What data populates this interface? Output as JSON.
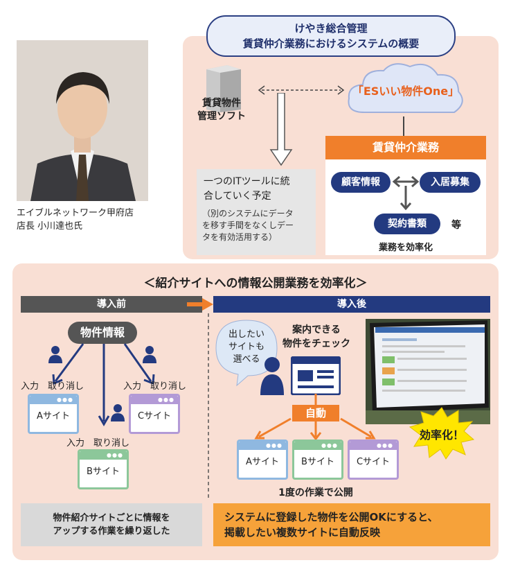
{
  "portrait": {
    "caption_line1": "エイブルネットワーク甲府店",
    "caption_line2": "店長 小川達也氏"
  },
  "header": {
    "line1": "けやき総合管理",
    "line2": "賃貸仲介業務におけるシステムの概要"
  },
  "top_diagram": {
    "soft_label_line1": "賃貸物件",
    "soft_label_line2": "管理ソフト",
    "cloud_label": "「ESいい物件One」",
    "plan_line1": "一つのITツールに統",
    "plan_line2": "合していく予定",
    "plan_note_line1": "（別のシステムにデータ",
    "plan_note_line2": "を移す手間をなくしデー",
    "plan_note_line3": "タを有効活用する）",
    "business": {
      "title": "賃貸仲介業務",
      "customer": "顧客情報",
      "recruit": "入居募集",
      "contract": "契約書類",
      "etc": "等",
      "footer": "業務を効率化"
    }
  },
  "bottom": {
    "section_title": "＜紹介サイトへの情報公開業務を効率化＞",
    "before_label": "導入前",
    "after_label": "導入後",
    "before": {
      "property_info": "物件情報",
      "input_cancel_a": "入力　取り消し",
      "input_cancel_c": "入力　取り消し",
      "input_cancel_b": "入力　取り消し",
      "site_a": "Aサイト",
      "site_b": "Bサイト",
      "site_c": "Cサイト",
      "summary_line1": "物件紹介サイトごとに情報を",
      "summary_line2": "アップする作業を繰り返した"
    },
    "after": {
      "bubble_line1": "出したい",
      "bubble_line2": "サイトも",
      "bubble_line3": "選べる",
      "check_line1": "案内できる",
      "check_line2": "物件をチェック",
      "auto": "自動",
      "site_a": "Aサイト",
      "site_b": "Bサイト",
      "site_c": "Cサイト",
      "once": "1度の作業で公開",
      "burst": "効率化！",
      "summary_line1": "システムに登録した物件を公開OKにすると、",
      "summary_line2": "掲載したい複数サイトに自動反映"
    }
  },
  "colors": {
    "navy": "#233a80",
    "orange": "#f07f2b",
    "panel": "#f9dfd4",
    "site_a": "#8fb8e0",
    "site_b": "#8cc79a",
    "site_c": "#b39ad6",
    "burst": "#ffe600"
  }
}
